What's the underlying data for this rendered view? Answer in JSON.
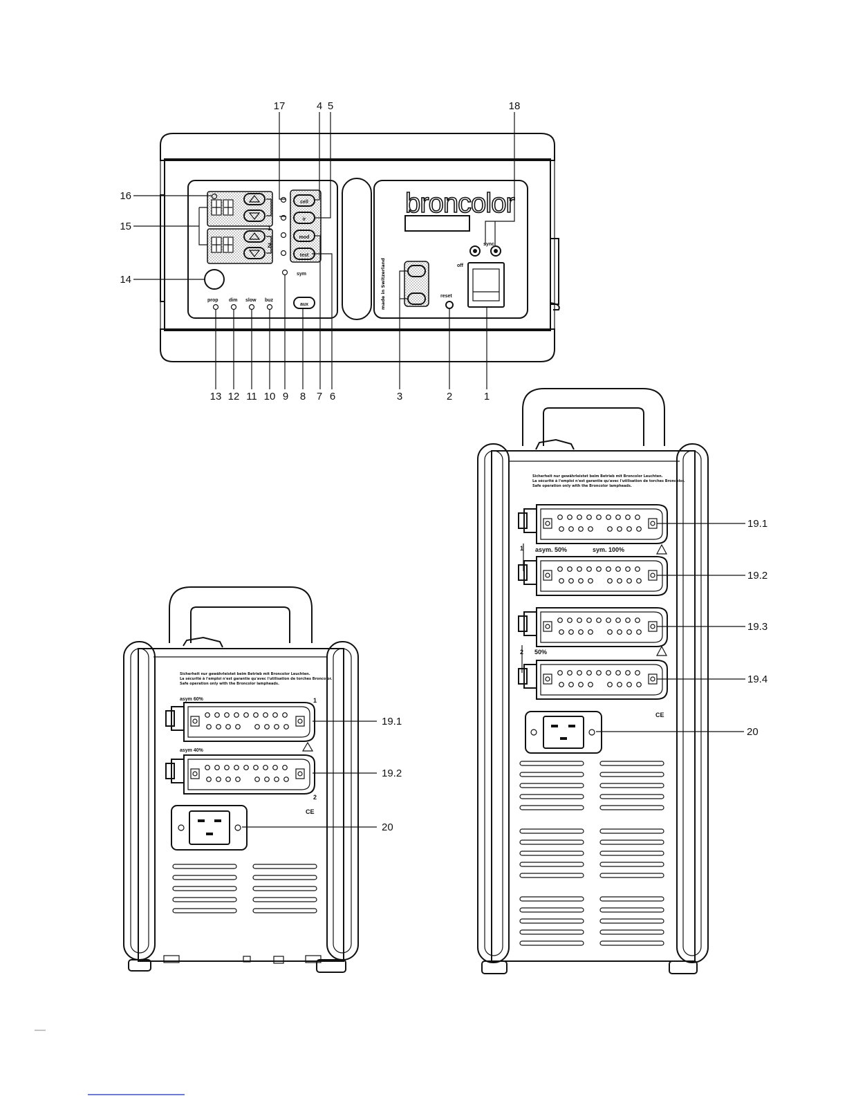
{
  "front": {
    "brand": "broncolor",
    "callouts": [
      "17",
      "4",
      "5",
      "18",
      "16",
      "15",
      "14",
      "13",
      "12",
      "11",
      "10",
      "9",
      "8",
      "7",
      "6",
      "3",
      "2",
      "1"
    ],
    "controls": {
      "cell": "cell",
      "ir": "ir",
      "mod": "mod",
      "test": "test",
      "aux": "aux",
      "sync": "sync",
      "off": "off",
      "reset": "reset",
      "sym": "sym",
      "made_in": "made in Switzerland",
      "prop": "prop",
      "dim": "dim",
      "slow": "slow",
      "buz": "buz",
      "ch1": "1",
      "ch2": "2"
    }
  },
  "rear_small": {
    "warning": [
      "Sicherheit nur gewährleistet beim Betrieb mit Broncolor Leuchten.",
      "La sécurité à l'emploi n'est garantie qu'avec l'utilisation de torches Broncolor.",
      "Safe operation only with the Broncolor lampheads."
    ],
    "asym_top": "asym 60%",
    "asym_bottom": "asym 40%",
    "num1": "1",
    "num2": "2",
    "ce": "CE",
    "callouts": [
      "19.1",
      "19.2",
      "20"
    ]
  },
  "rear_large": {
    "warning": [
      "Sicherheit nur gewährleistet beim Betrieb mit Broncolor Leuchten.",
      "La sécurité à l'emploi n'est garantie qu'avec l'utilisation de torches Broncolor.",
      "Safe operation only with the Broncolor lampheads."
    ],
    "asym": "asym. 50%",
    "sym": "sym. 100%",
    "half": "50%",
    "num1": "1",
    "num2": "2",
    "ce": "CE",
    "callouts": [
      "19.1",
      "19.2",
      "19.3",
      "19.4",
      "20"
    ]
  }
}
